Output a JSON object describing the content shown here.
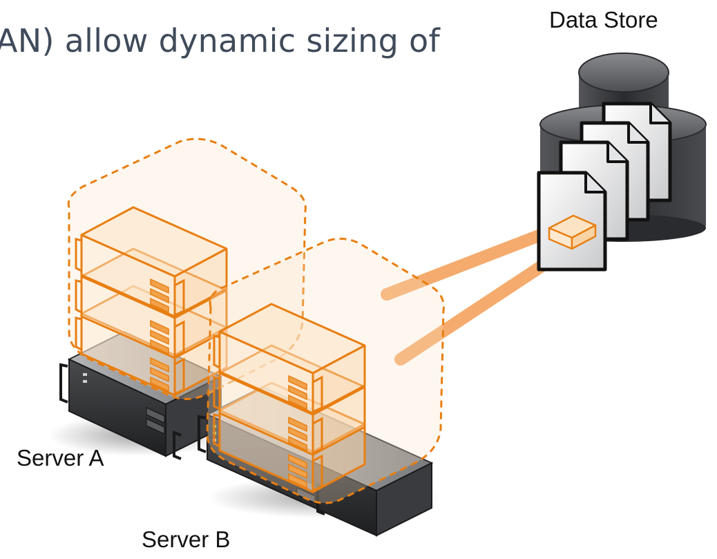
{
  "slide": {
    "heading": "AN) allow dynamic sizing of"
  },
  "labels": {
    "data_store": "Data Store",
    "server_a": "Server A",
    "server_b": "Server B"
  },
  "colors": {
    "orange": "#e87f12",
    "orange_fill": "#fbe3c4",
    "link": "#f3a25d",
    "server_dark": "#2c2d30",
    "cylinder": "#3a3b3e"
  }
}
